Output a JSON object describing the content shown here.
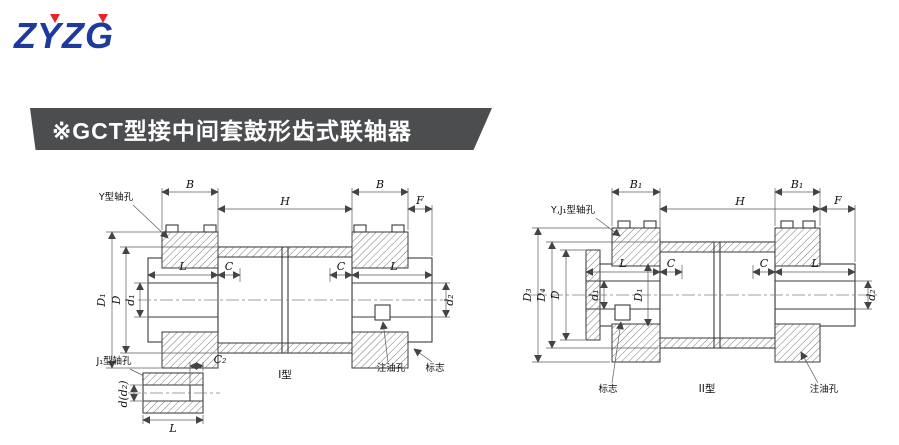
{
  "logo": {
    "text": "ZYZG",
    "blue": "#1e3a9f",
    "red": "#e8232a"
  },
  "banner": {
    "title": "※GCT型接中间套鼓形齿式联轴器",
    "bg": "#4c4d4f",
    "fg": "#ffffff"
  },
  "left_drawing": {
    "type_label": "I型",
    "labels": {
      "y_hole": "Y型轴孔",
      "j1_hole": "J₁型轴孔",
      "oil_hole": "注油孔",
      "mark": "标志"
    },
    "dims": {
      "B": "B",
      "H": "H",
      "F": "F",
      "D1": "D₁",
      "D": "D",
      "d1": "d₁",
      "d2": "d₂",
      "L": "L",
      "C": "C",
      "C2": "C₂",
      "dd2": "d(d₂)"
    }
  },
  "right_drawing": {
    "type_label": "II型",
    "labels": {
      "yj1_hole": "Y,J₁型轴孔",
      "oil_hole": "注油孔",
      "mark": "标志"
    },
    "dims": {
      "B1": "B₁",
      "H": "H",
      "F": "F",
      "D3": "D₃",
      "D4": "D₄",
      "D": "D",
      "D1": "D₁",
      "d1": "d₁",
      "d2": "d₂",
      "L": "L",
      "C": "C"
    }
  }
}
